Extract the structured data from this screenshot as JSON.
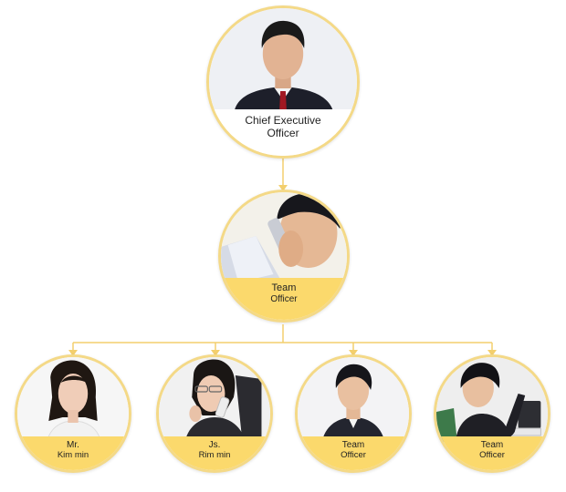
{
  "ceo": {
    "line1": "Chief Executive",
    "line2": "Officer"
  },
  "team_lead": {
    "line1": "Team",
    "line2": "Officer"
  },
  "members": [
    {
      "line1": "Mr.",
      "line2": "Kim min"
    },
    {
      "line1": "Js.",
      "line2": "Rim min"
    },
    {
      "line1": "Team",
      "line2": "Officer"
    },
    {
      "line1": "Team",
      "line2": "Officer"
    }
  ],
  "colors": {
    "node_border": "#f4d987",
    "caption_fill": "#fbd96c",
    "connector": "#f3cf6d"
  }
}
